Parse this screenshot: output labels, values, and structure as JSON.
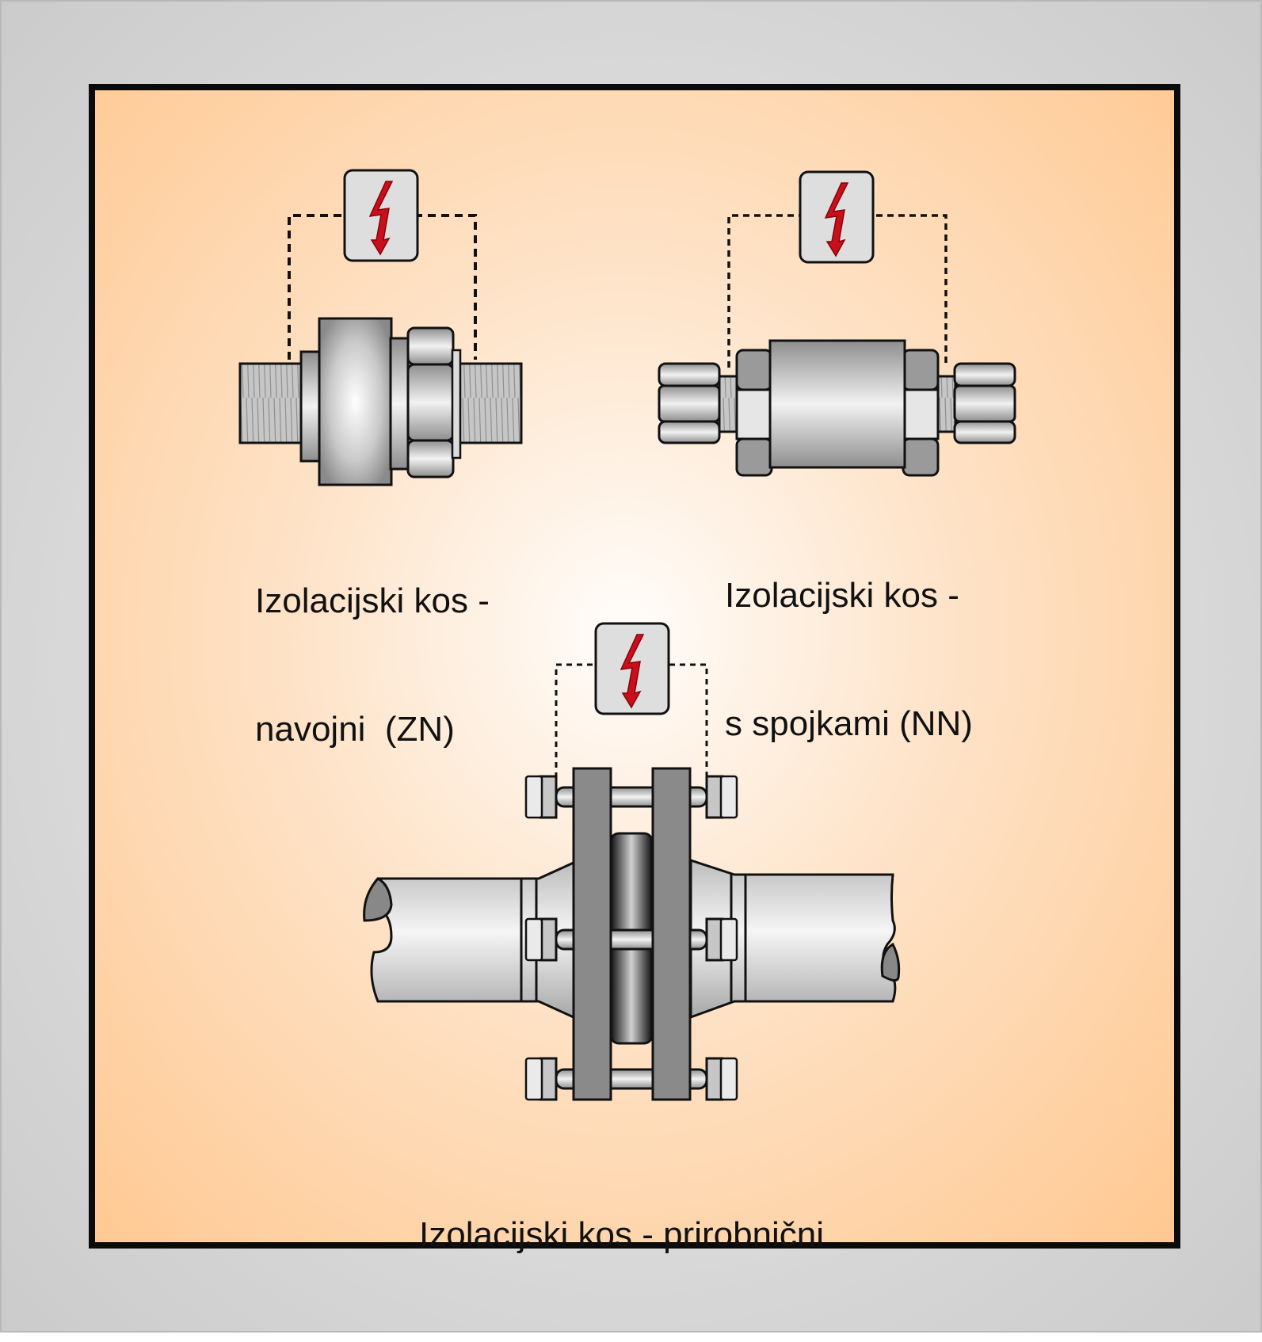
{
  "frame": {
    "outer_bg": "#d6d6d6",
    "panel_color": "#ffc891",
    "panel_center": "#fffdfb",
    "border_color": "#0a0a0a"
  },
  "colors": {
    "metal_light": "#f0f0f0",
    "metal_dark": "#8e8e8e",
    "flange": "#8a8a8a",
    "insulator": "#1a1a1a",
    "bolt_symbol": "#c8101c",
    "symbol_box": "#dedede"
  },
  "joints": [
    {
      "id": "threaded",
      "caption_lines": [
        "Izolacijski kos -",
        "navojni  (ZN)"
      ],
      "symbol_icon": "lightning-bolt-icon"
    },
    {
      "id": "couplings",
      "caption_lines": [
        "Izolacijski kos -",
        "s spojkami (NN)"
      ],
      "symbol_icon": "lightning-bolt-icon"
    },
    {
      "id": "flanged",
      "caption_lines": [
        "Izolacijski kos - prirobnični"
      ],
      "symbol_icon": "lightning-bolt-icon"
    }
  ]
}
